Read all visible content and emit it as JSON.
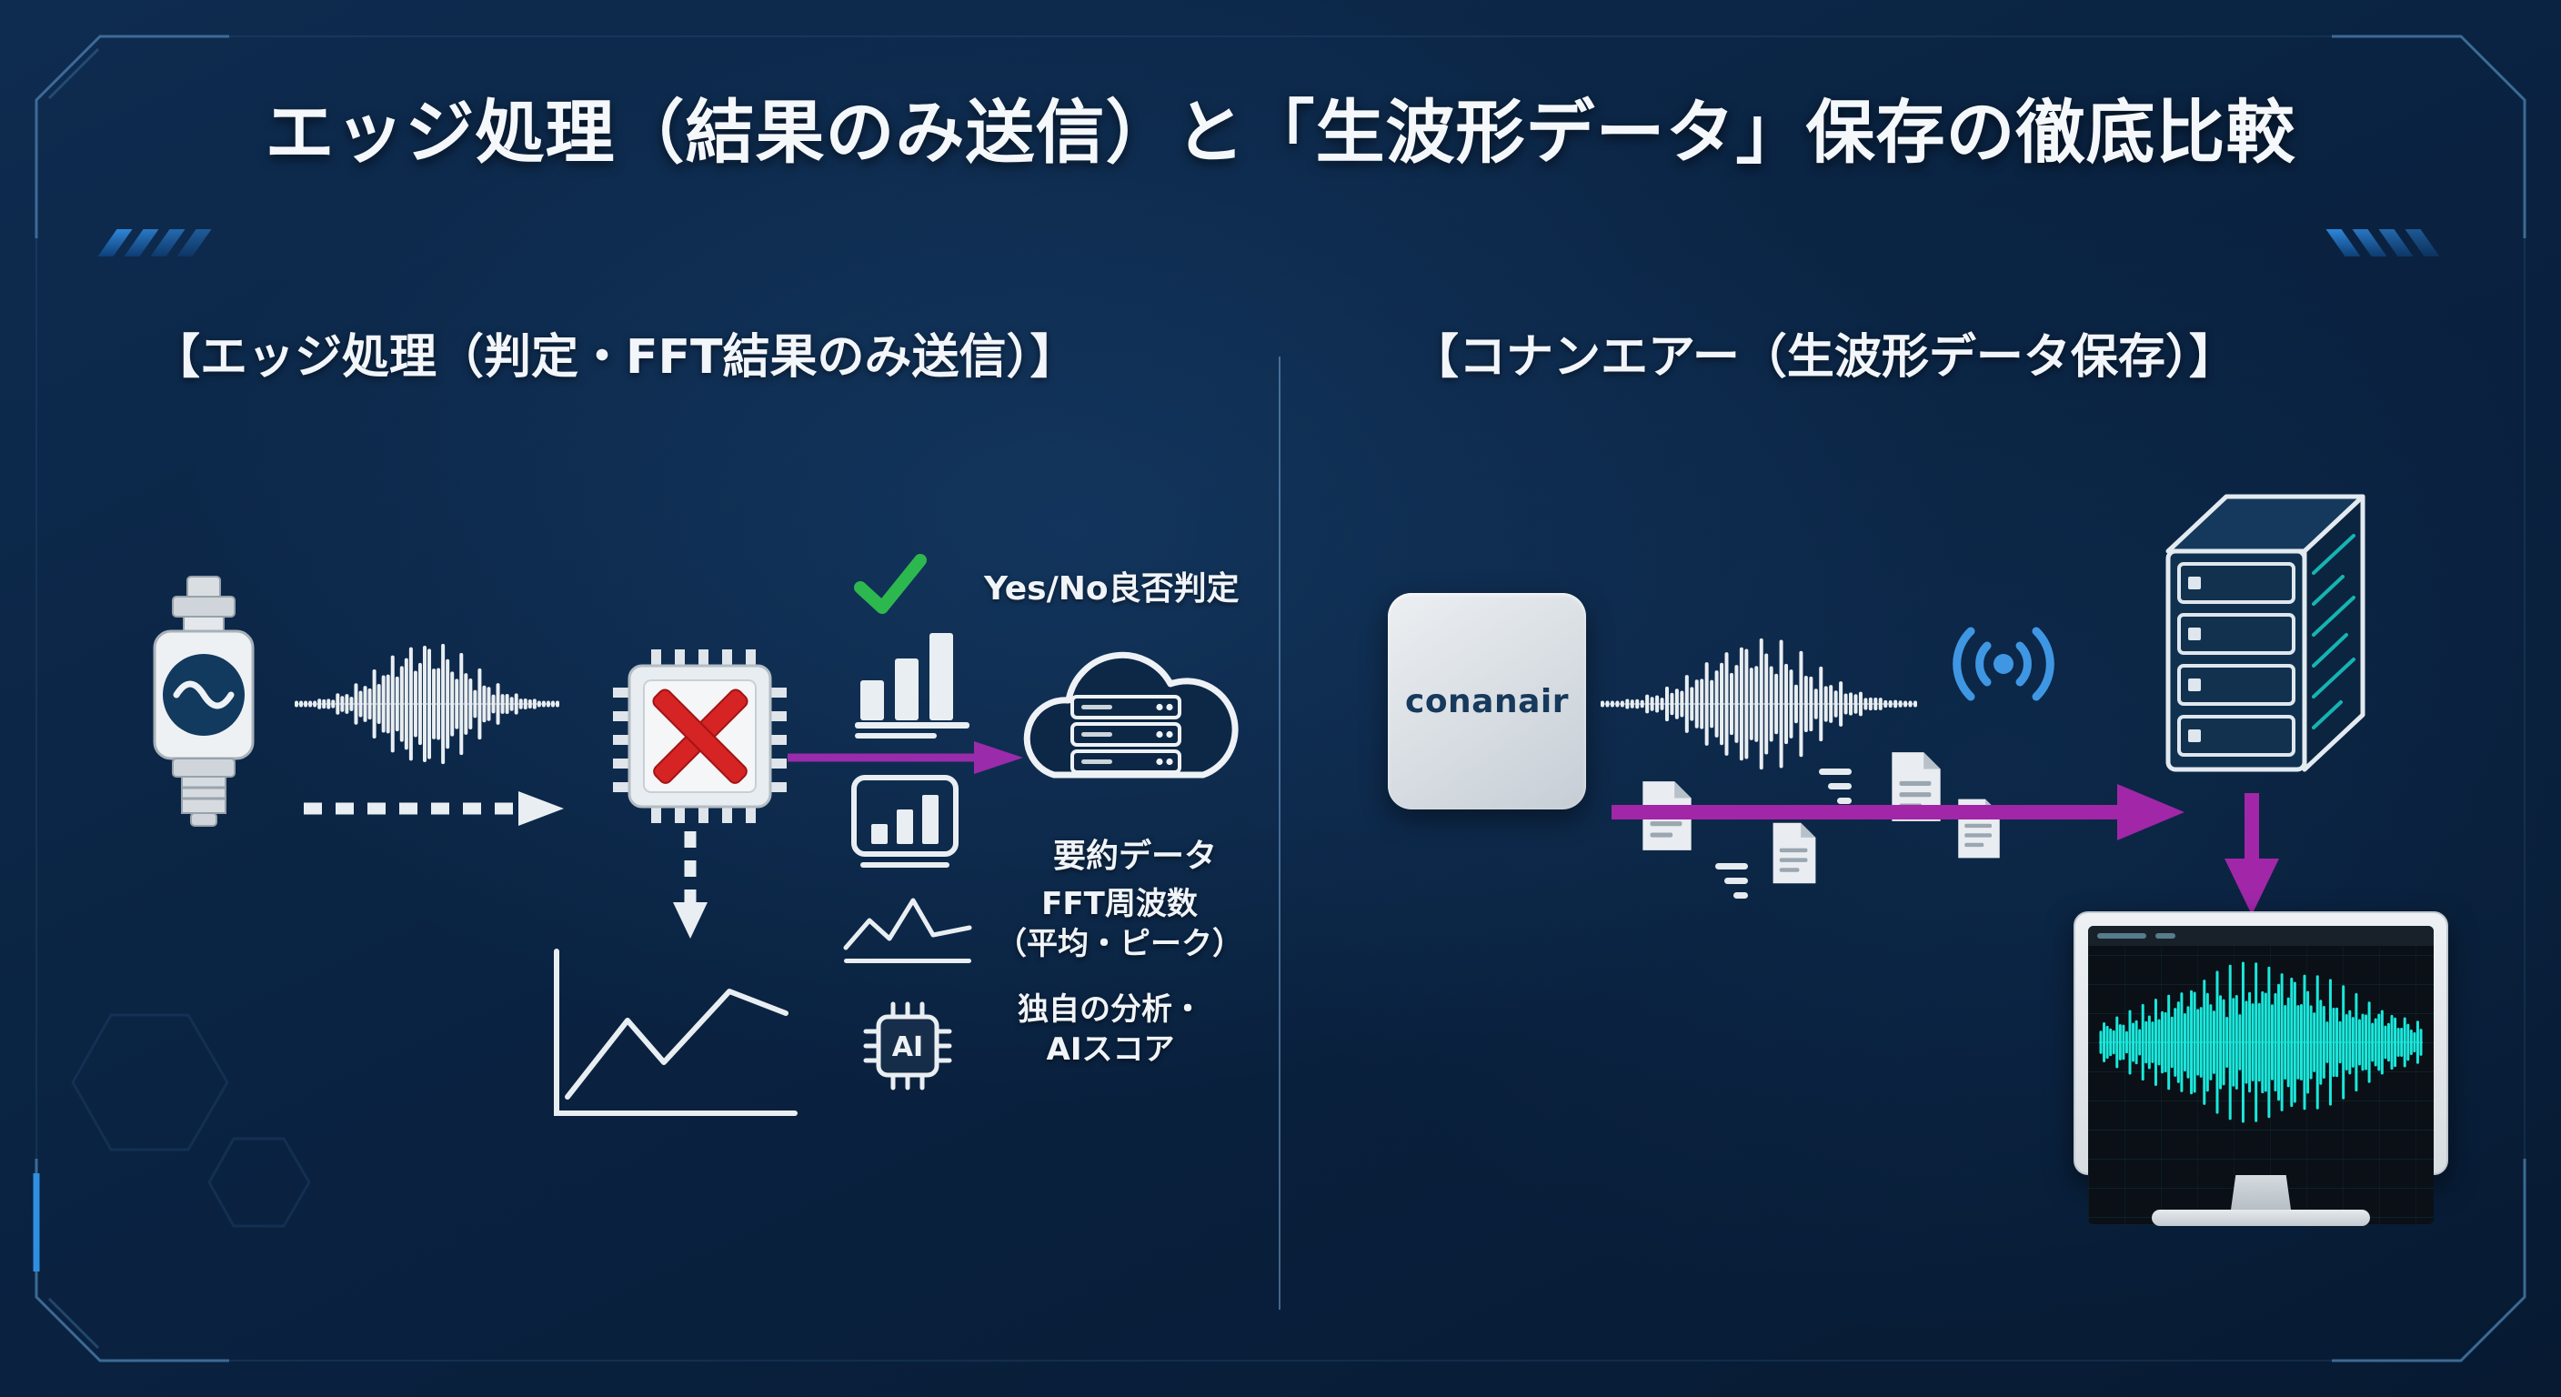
{
  "title": "エッジ処理（結果のみ送信）と「生波形データ」保存の徹底比較",
  "left_panel": {
    "heading": "【エッジ処理（判定・FFT結果のみ送信）】",
    "yes_no_label": "Yes/No良否判定",
    "summary_label": "要約データ",
    "fft_label_line1": "FFT周波数",
    "fft_label_line2": "（平均・ピーク）",
    "ai_label_line1": "独自の分析・",
    "ai_label_line2": "AIスコア",
    "ai_chip_text": "AI"
  },
  "right_panel": {
    "heading": "【コナンエアー（生波形データ保存）】",
    "logo_text": "conanair"
  },
  "colors": {
    "background": "#0a2342",
    "accent_blue": "#3f97e3",
    "frame_blue": "#41729f",
    "purple": "#a127a8",
    "green": "#2db84f",
    "teal": "#1ae8dc",
    "white": "#e9eef2"
  }
}
